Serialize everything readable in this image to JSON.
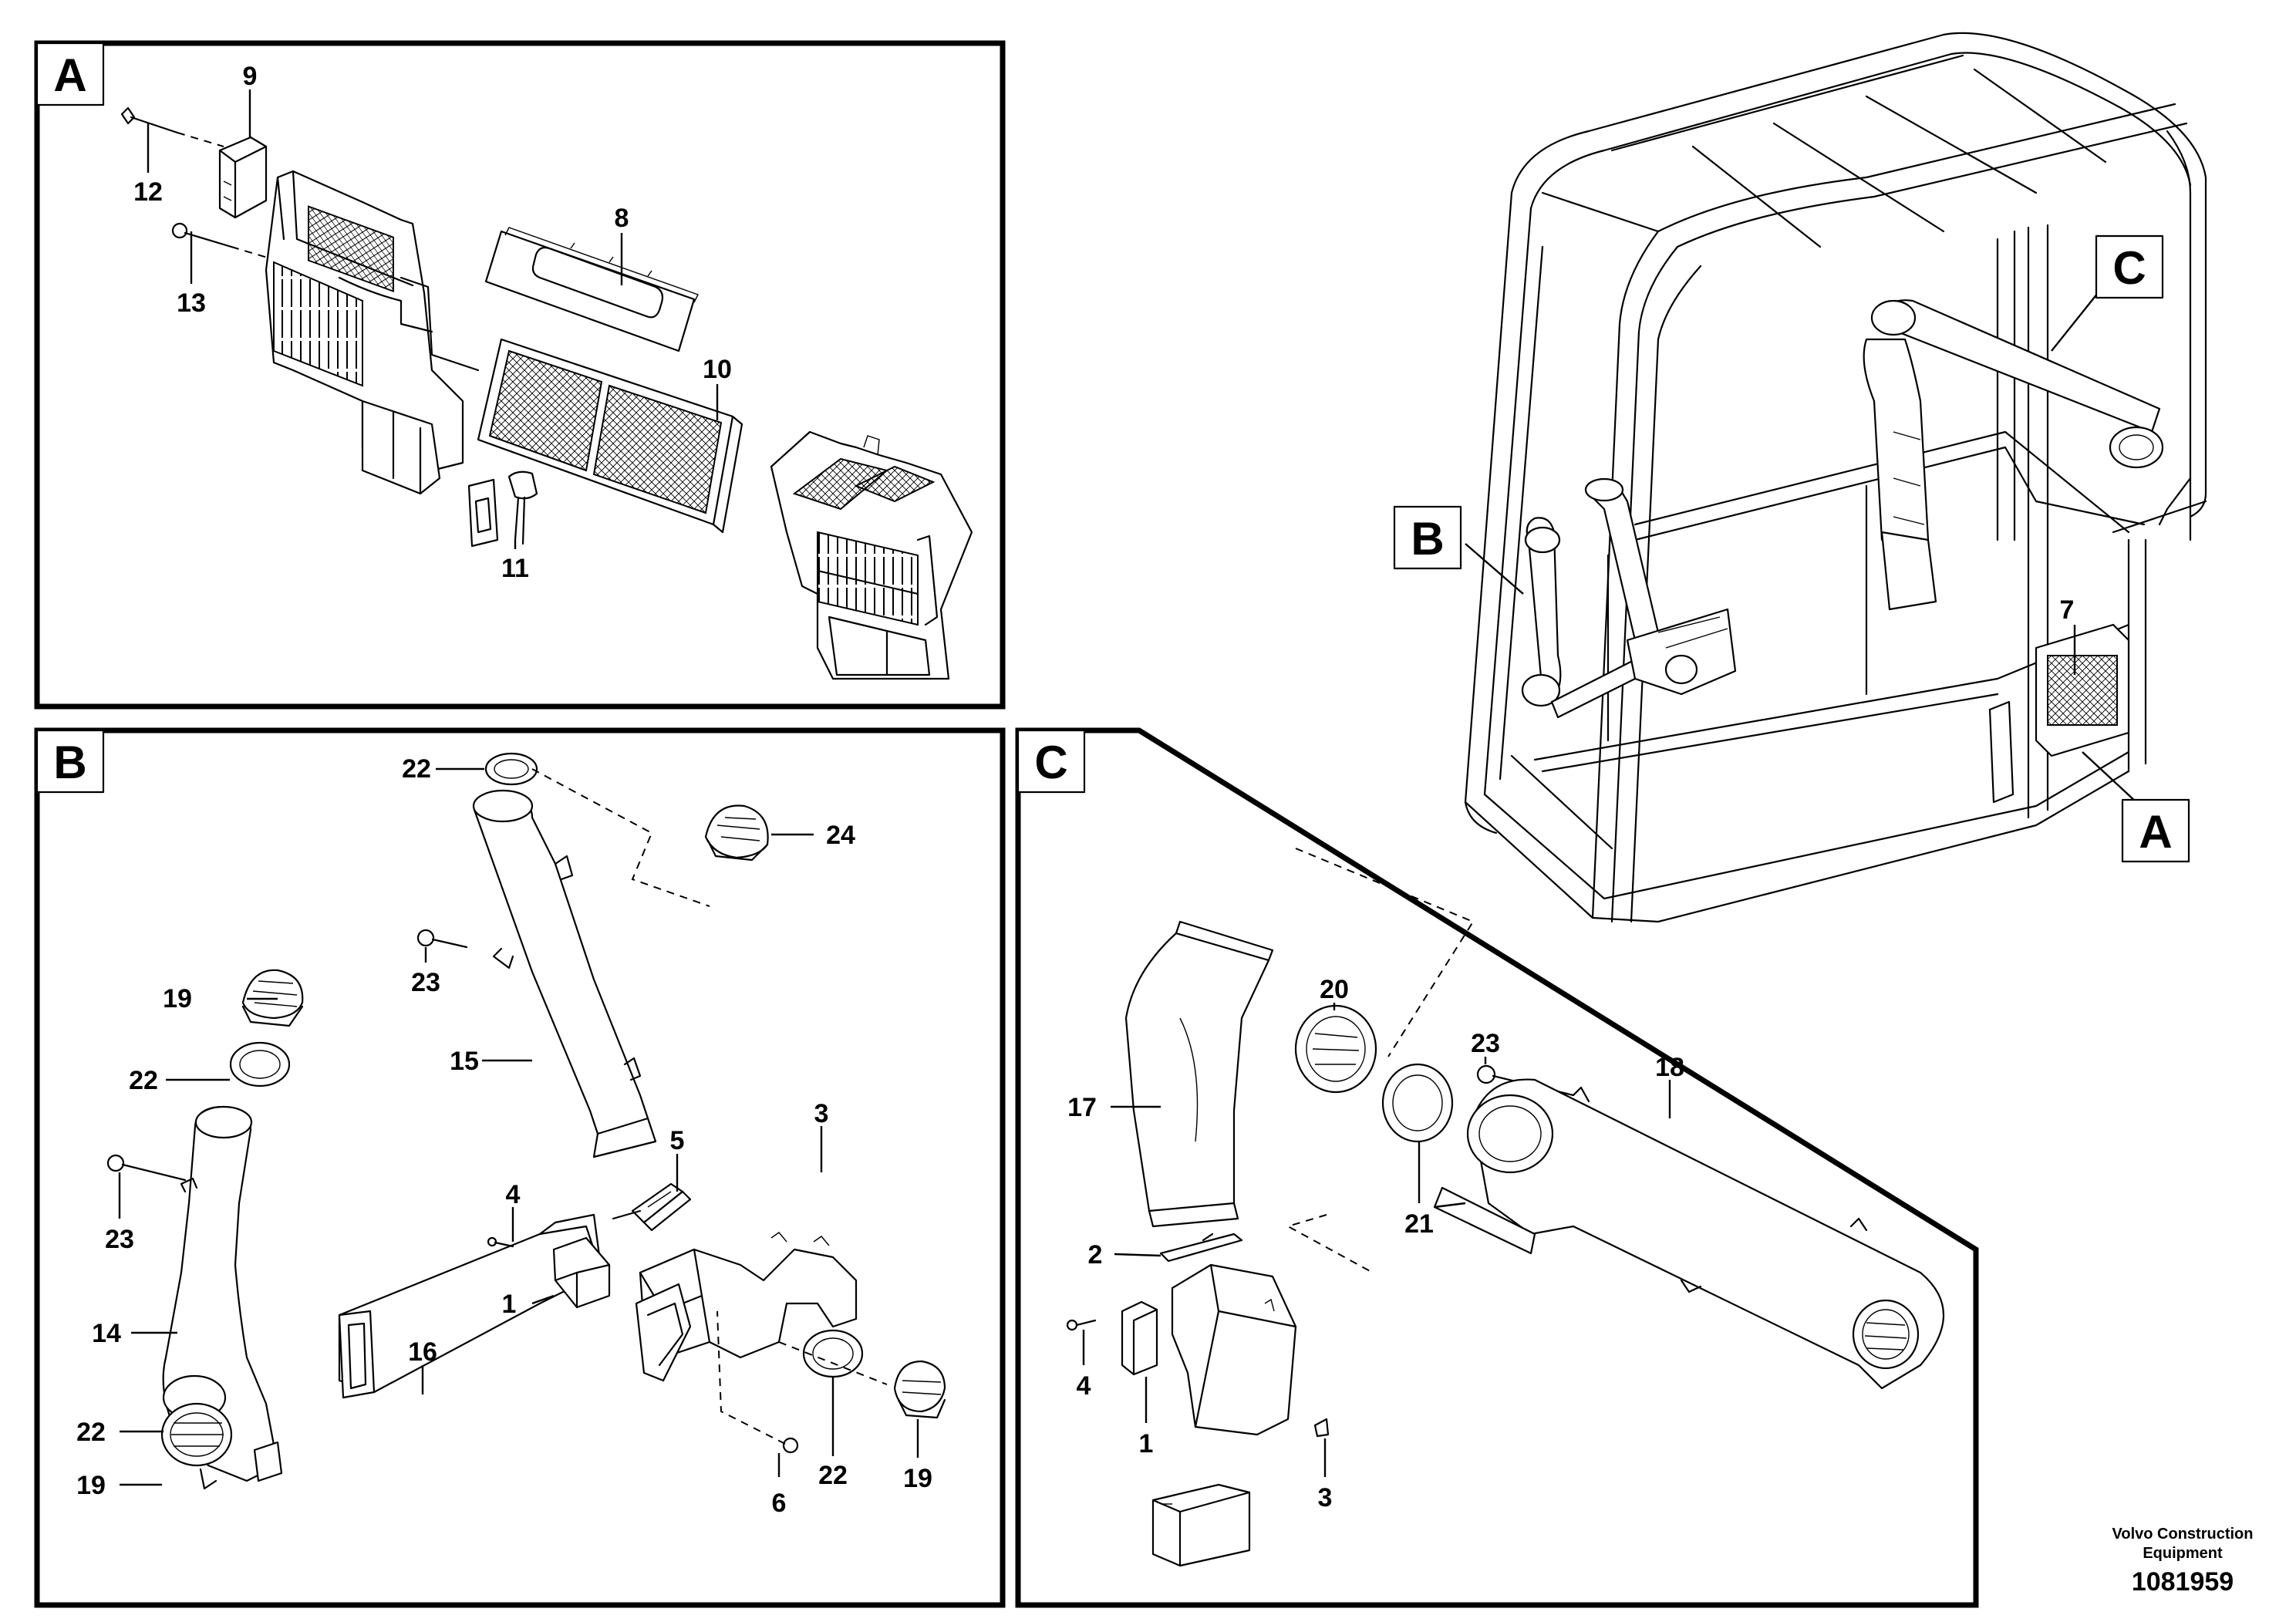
{
  "sections": {
    "A": "A",
    "B": "B",
    "C": "C"
  },
  "callouts": {
    "cab_A": "A",
    "cab_B": "B",
    "cab_C": "C",
    "cab_7": "7",
    "a_9": "9",
    "a_12": "12",
    "a_13": "13",
    "a_8": "8",
    "a_10": "10",
    "a_11": "11",
    "b_22_top": "22",
    "b_24": "24",
    "b_23_top": "23",
    "b_15": "15",
    "b_19_top": "19",
    "b_22_mid": "22",
    "b_23_left": "23",
    "b_14": "14",
    "b_5": "5",
    "b_4": "4",
    "b_3": "3",
    "b_1": "1",
    "b_16": "16",
    "b_22_low": "22",
    "b_22_bot": "22",
    "b_19_bot": "19",
    "b_19_right": "19",
    "b_6": "6",
    "c_20": "20",
    "c_23": "23",
    "c_18": "18",
    "c_17": "17",
    "c_21": "21",
    "c_2": "2",
    "c_4": "4",
    "c_1": "1",
    "c_3": "3"
  },
  "footer": {
    "maker_line1": "Volvo Construction",
    "maker_line2": "Equipment",
    "drawing_number": "1081959"
  }
}
